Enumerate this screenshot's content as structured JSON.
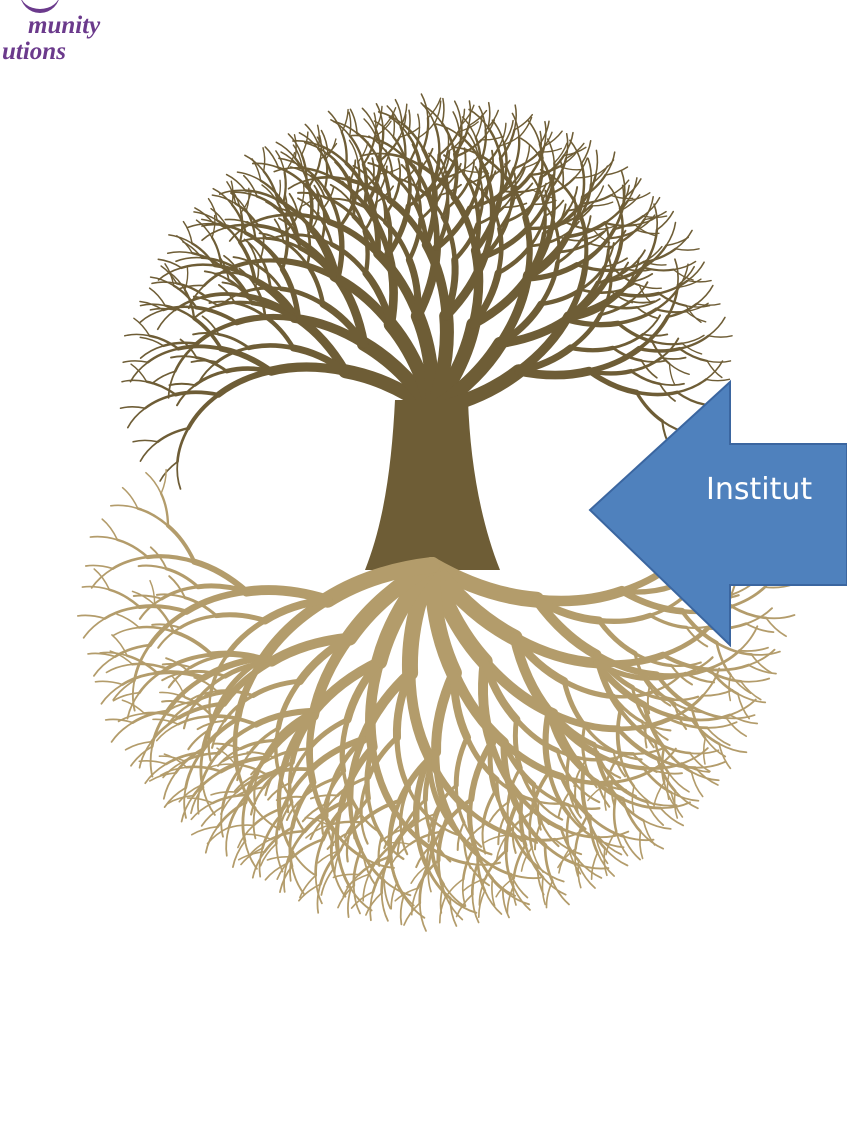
{
  "logo": {
    "line1": "munity",
    "line2": "utions"
  },
  "arrow": {
    "label": "Institut"
  },
  "colors": {
    "logo": "#6b3a8c",
    "trunk": "#6e5d36",
    "roots": "#b39c6b",
    "arrow_fill": "#4f81bd",
    "arrow_stroke": "#3b66a0"
  },
  "icons": {
    "tree": "tree-illustration-icon",
    "arrow": "left-arrow-icon"
  }
}
